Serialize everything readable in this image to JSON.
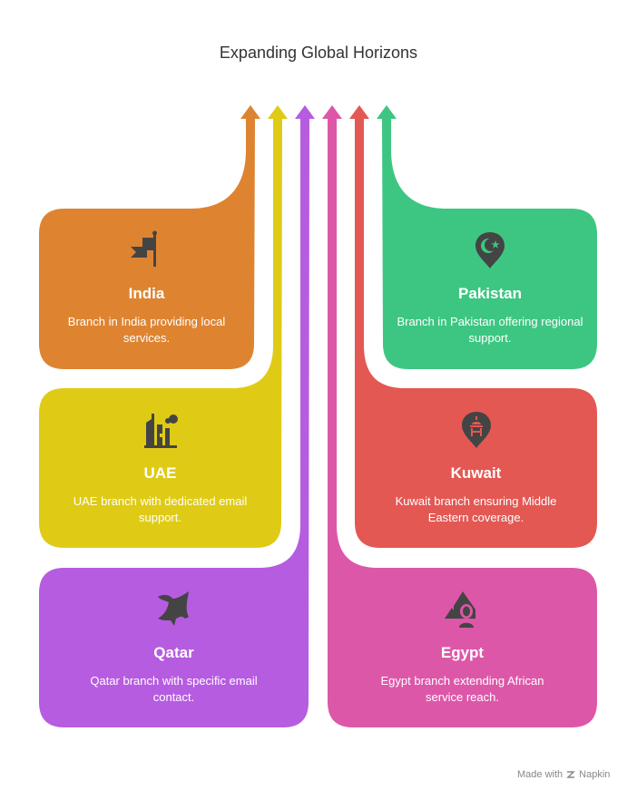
{
  "title": "Expanding Global Horizons",
  "colors": {
    "india": "#DE8431",
    "uae": "#DFCB16",
    "qatar": "#B65CE0",
    "egypt": "#DD57A9",
    "kuwait": "#E35853",
    "pakistan": "#3DC682",
    "icon": "#444444"
  },
  "branches": {
    "india": {
      "name": "India",
      "desc": "Branch in India providing local services.",
      "icon": "flag-icon"
    },
    "uae": {
      "name": "UAE",
      "desc": "UAE branch with dedicated email support.",
      "icon": "city-skyline-icon"
    },
    "qatar": {
      "name": "Qatar",
      "desc": "Qatar branch with specific email contact.",
      "icon": "bird-icon"
    },
    "pakistan": {
      "name": "Pakistan",
      "desc": "Branch in Pakistan offering regional support.",
      "icon": "crescent-star-pin-icon"
    },
    "kuwait": {
      "name": "Kuwait",
      "desc": "Kuwait branch ensuring Middle Eastern coverage.",
      "icon": "tower-pin-icon"
    },
    "egypt": {
      "name": "Egypt",
      "desc": "Egypt branch extending African service reach.",
      "icon": "pyramid-sphinx-icon"
    }
  },
  "footer": {
    "made_with": "Made with",
    "brand": "Napkin"
  }
}
